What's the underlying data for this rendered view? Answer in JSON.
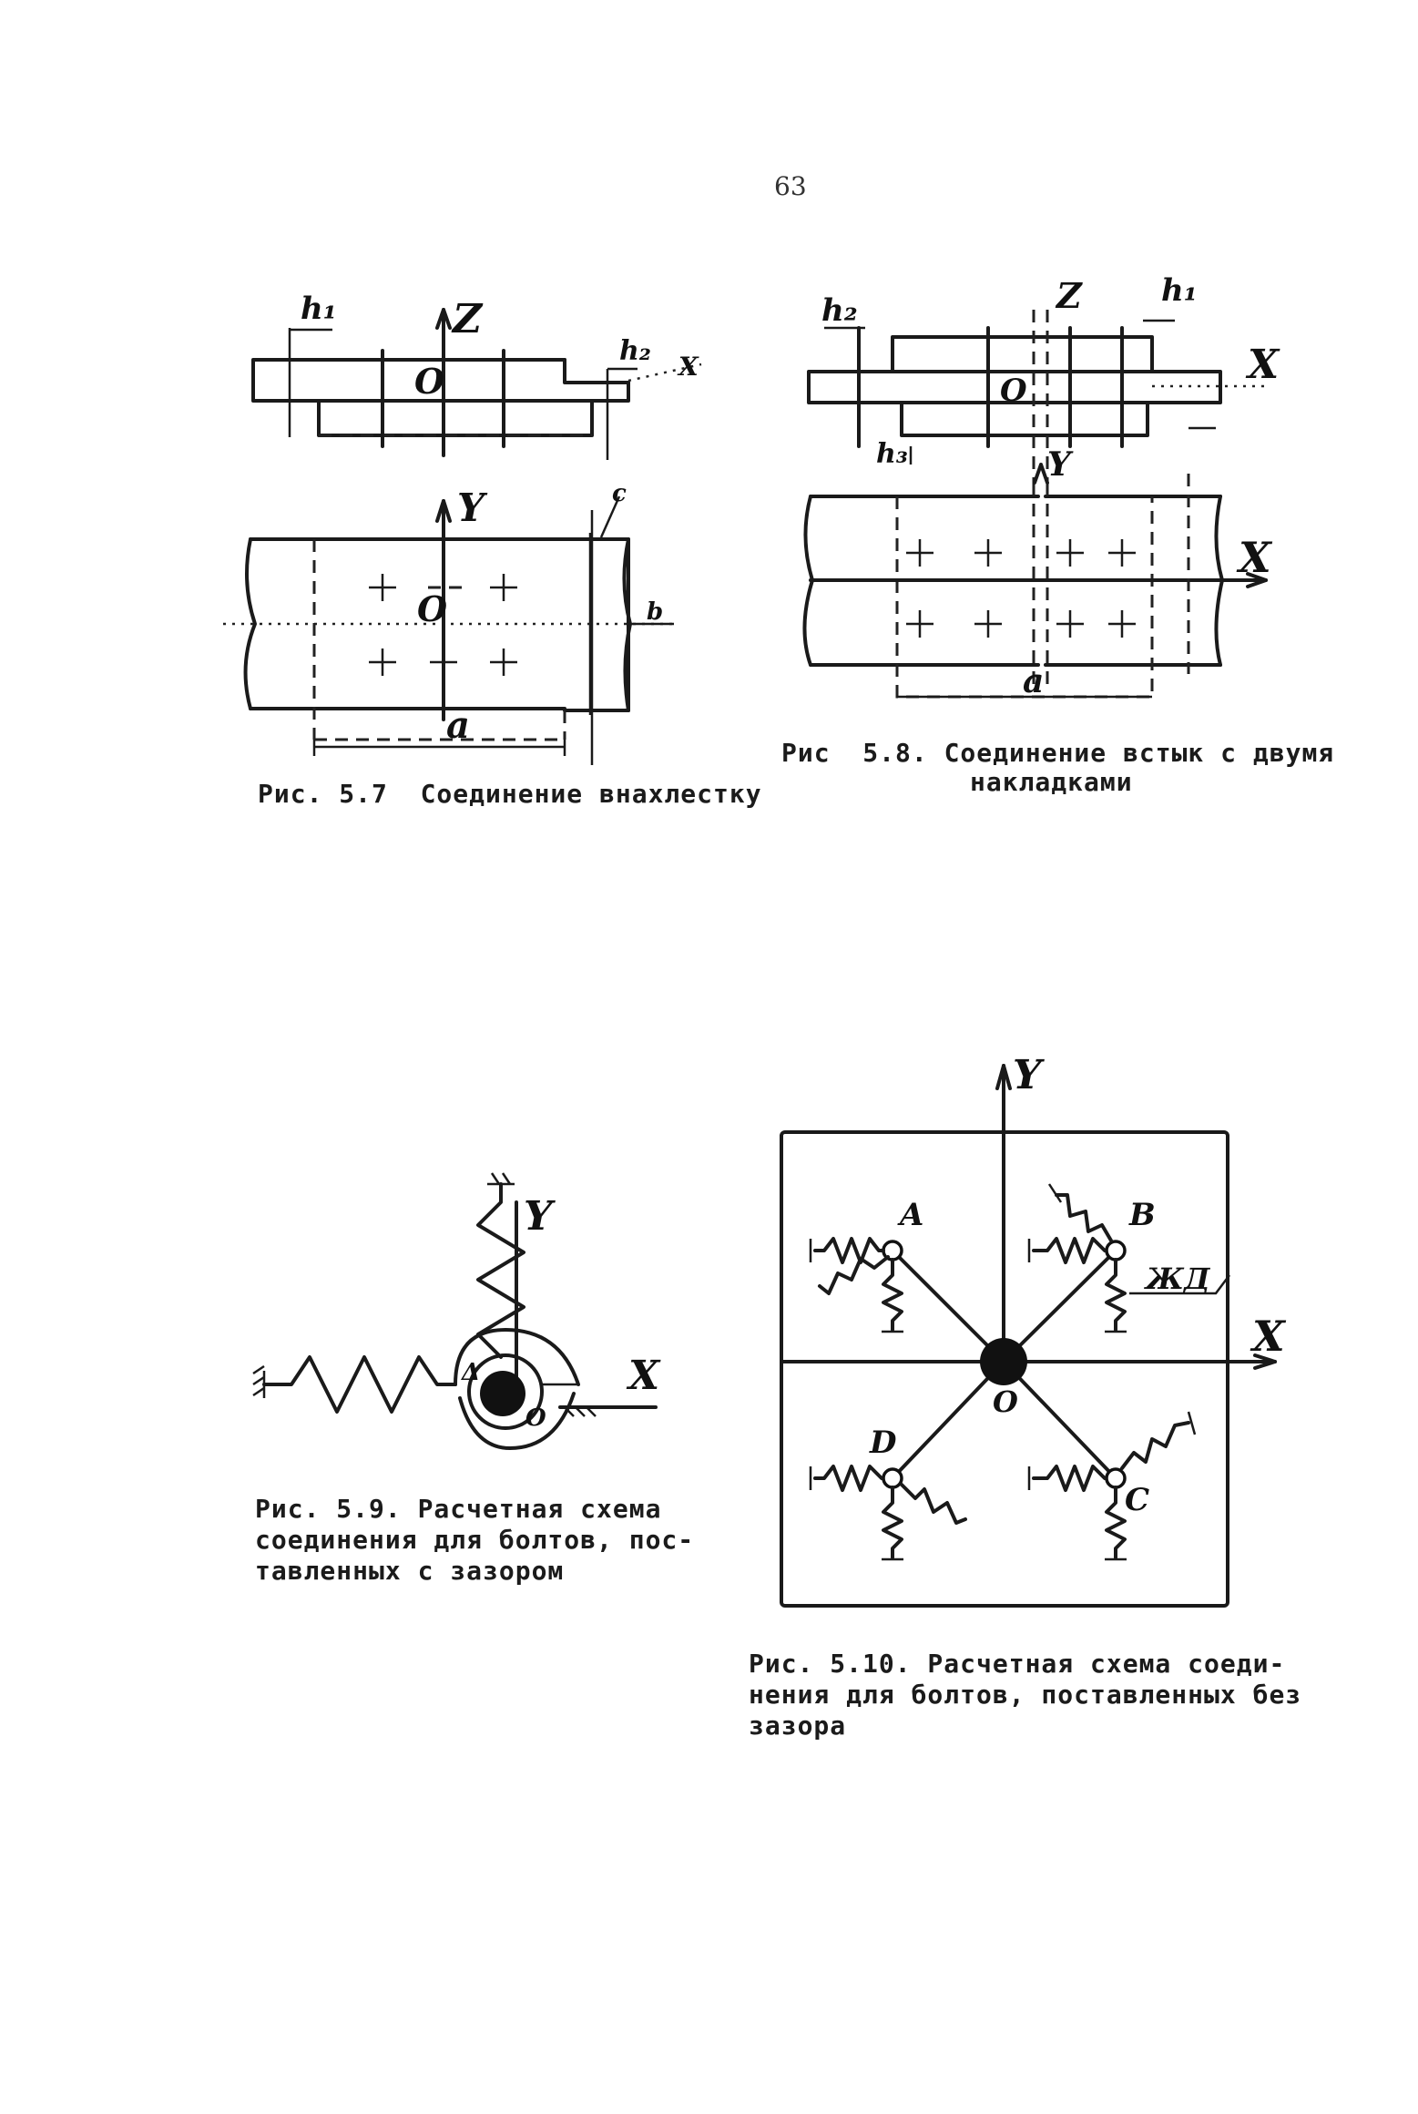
{
  "page_number": "63",
  "fig57": {
    "caption": "Рис. 5.7  Соединение внахлестку",
    "labels": {
      "h1": "h₁",
      "h2": "h₂",
      "z": "Z",
      "x": "X",
      "o_top": "O",
      "y": "Y",
      "o_bottom": "O",
      "a": "a",
      "b": "b",
      "c": "c"
    }
  },
  "fig58": {
    "caption_line1": "Рис  5.8. Соединение встык с двумя",
    "caption_line2": "накладками",
    "labels": {
      "h2": "h₂",
      "z": "Z",
      "h1": "h₁",
      "x_top": "X",
      "o": "O",
      "h3": "h₃",
      "y": "Y",
      "x_bottom": "X",
      "a": "a"
    }
  },
  "fig59": {
    "caption_line1": "Рис. 5.9. Расчетная схема",
    "caption_line2": "соединения для болтов, пос-",
    "caption_line3": "тавленных с зазором",
    "labels": {
      "y": "Y",
      "x": "X",
      "o": "O",
      "delta": "Δ"
    }
  },
  "fig510": {
    "caption_line1": "Рис. 5.10. Расчетная схема соеди-",
    "caption_line2": "нения для болтов, поставленных без",
    "caption_line3": "зазора",
    "labels": {
      "y": "Y",
      "x": "X",
      "a": "A",
      "b": "B",
      "c": "C",
      "d": "D",
      "o": "O",
      "zhd": "ЖД"
    }
  }
}
